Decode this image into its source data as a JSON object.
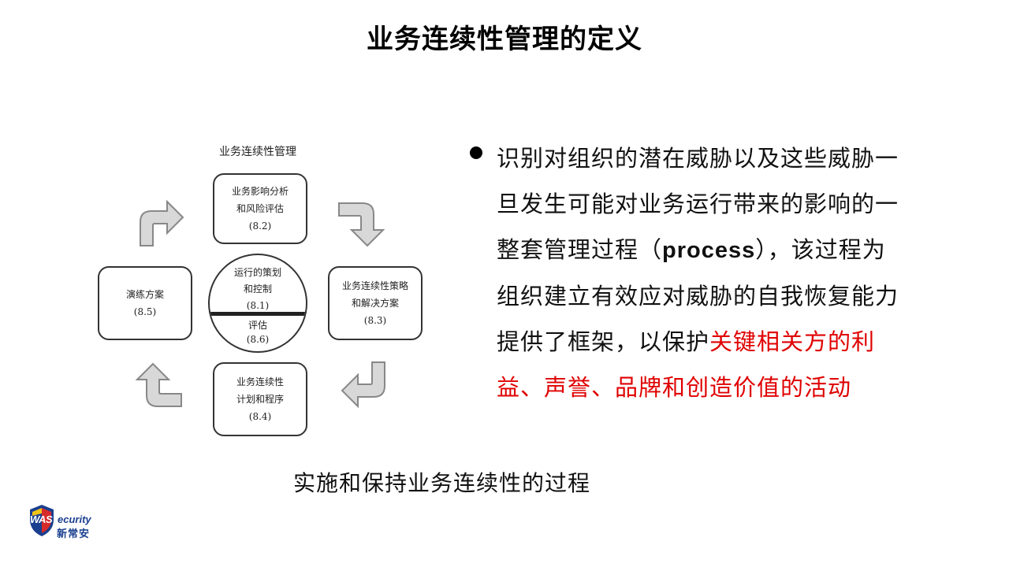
{
  "title": "业务连续性管理的定义",
  "diagram": {
    "title": "业务连续性管理",
    "top_box": {
      "line1": "业务影响分析",
      "line2": "和风险评估",
      "code": "(8.2)"
    },
    "right_box": {
      "line1": "业务连续性策略",
      "line2": "和解决方案",
      "code": "(8.3)"
    },
    "bottom_box": {
      "line1": "业务连续性",
      "line2": "计划和程序",
      "code": "(8.4)"
    },
    "left_box": {
      "line1": "演练方案",
      "code": "(8.5)"
    },
    "center_top": {
      "line1": "运行的策划",
      "line2": "和控制",
      "code": "(8.1)"
    },
    "center_bottom": {
      "line1": "评估",
      "code": "(8.6)"
    }
  },
  "bullet": {
    "text_part1": "识别对组织的潜在威胁以及这些威胁一旦发生可能对业务运行带来的影响的一整套管理过程（",
    "text_en": "process",
    "text_part2": "），该过程为组织建立有效应对威胁的自我恢复能力提供了框架，以保护",
    "text_red": "关键相关方的利益、声誉、品牌和创造价值的活动"
  },
  "caption": "实施和保持业务连续性的过程",
  "logo": {
    "was": "WAS",
    "ecurity": "ecurity",
    "cn": "新常安",
    "colors": {
      "shield_blue": "#1a3f8f",
      "shield_red": "#d62b2b",
      "shield_yellow": "#f0c419"
    }
  },
  "colors": {
    "highlight": "#e00000",
    "text": "#111111"
  }
}
